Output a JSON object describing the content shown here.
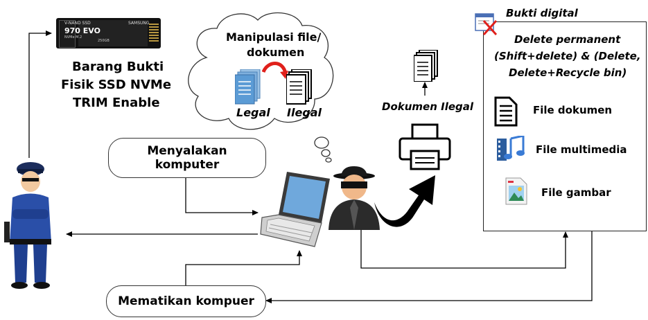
{
  "ssd": {
    "label_line1": "V-NAND SSD",
    "label_model": "970 EVO",
    "label_line3": "NVMe M.2",
    "label_capacity": "250GB",
    "label_brand": "SAMSUNG",
    "caption_line1": "Barang Bukti",
    "caption_line2": "Fisik SSD NVMe",
    "caption_line3": "TRIM Enable"
  },
  "cloud": {
    "title_line1": "Manipulasi file/",
    "title_line2": "dokumen",
    "legal_label": "Legal",
    "ilegal_label": "Ilegal"
  },
  "boxes": {
    "menyalakan": "Menyalakan\nkomputer",
    "mematikan": "Mematikan kompuer"
  },
  "printer": {
    "document_label": "Dokumen Ilegal"
  },
  "evidence": {
    "title": "Bukti digital",
    "delete_line1": "Delete permanent",
    "delete_line2": "(Shift+delete) & (Delete,",
    "delete_line3": "Delete+Recycle bin)",
    "items": [
      {
        "icon": "document-icon",
        "label": "File dokumen"
      },
      {
        "icon": "multimedia-icon",
        "label": "File multimedia"
      },
      {
        "icon": "image-icon",
        "label": "File gambar"
      }
    ]
  },
  "colors": {
    "line": "#000000",
    "legal_doc": "#5b9bd5",
    "red_arrow": "#e0201b",
    "police_uniform": "#1f3f8f",
    "hacker_body": "#2b2b2b",
    "laptop_screen": "#6fa8dc"
  }
}
